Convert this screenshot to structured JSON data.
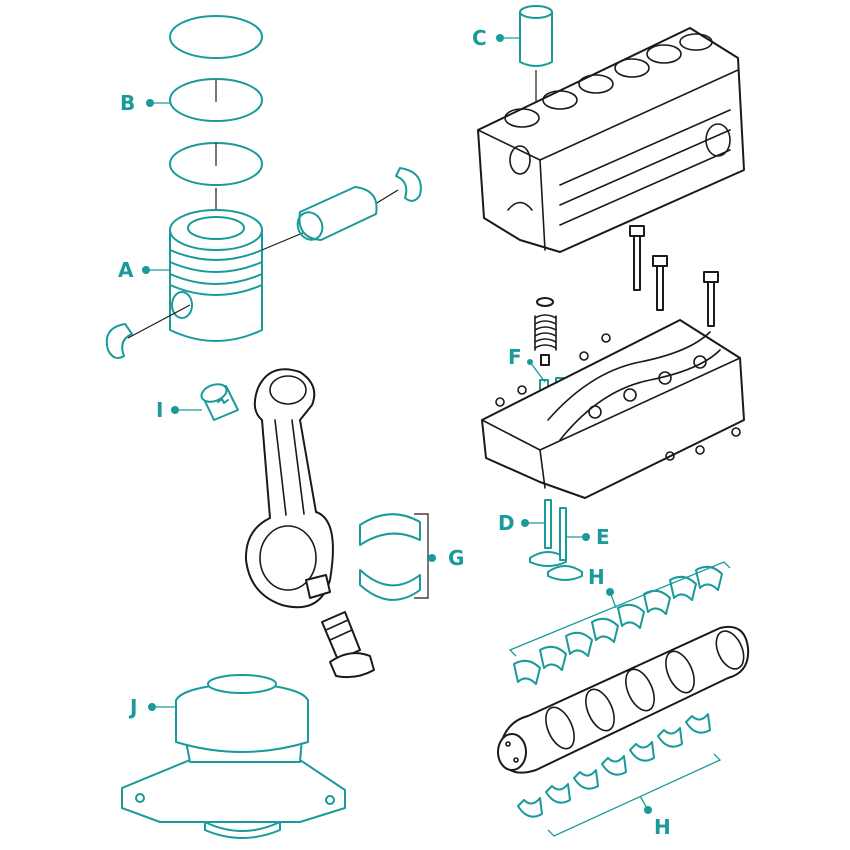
{
  "labels": {
    "A": "A",
    "B": "B",
    "C": "C",
    "D": "D",
    "E": "E",
    "F": "F",
    "G": "G",
    "H_top": "H",
    "H_bottom": "H",
    "I": "I",
    "J": "J"
  },
  "colors": {
    "accent": "#1a9a9a",
    "line": "#1a1a1a",
    "background": "#ffffff"
  }
}
